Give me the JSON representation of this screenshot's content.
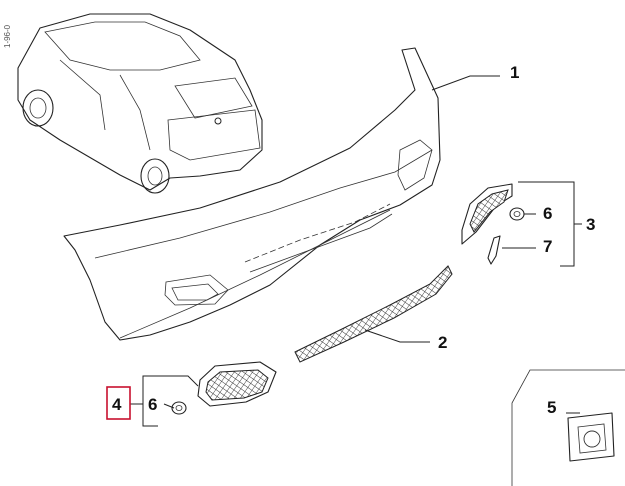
{
  "watermark": "1-96-0",
  "callouts": {
    "c1": "1",
    "c2": "2",
    "c3": "3",
    "c4": "4",
    "c5": "5",
    "c6a": "6",
    "c6b": "6",
    "c7": "7"
  },
  "selected_callout": "4",
  "colors": {
    "line": "#222222",
    "selection": "#c8102e",
    "background": "#ffffff"
  }
}
